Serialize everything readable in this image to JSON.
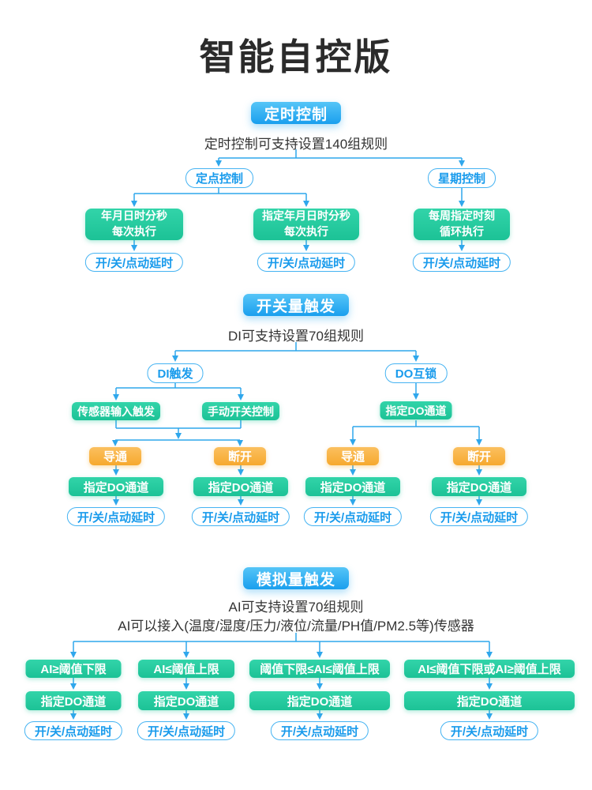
{
  "page_title": "智能自控版",
  "colors": {
    "badge_blue": "#29a9ef",
    "node_green": "#21c79c",
    "node_orange": "#f7a937",
    "outline_blue": "#45b3f2",
    "wire_blue": "#2fa7ec",
    "text_dark": "#333333"
  },
  "sections": {
    "timed": {
      "badge": "定时控制",
      "subtitle": "定时控制可支持设置140组规则",
      "fixed_point": "定点控制",
      "weekly": "星期控制",
      "every_exec": "年月日时分秒\n每次执行",
      "specified_exec": "指定年月日时分秒\n每次执行",
      "weekly_exec": "每周指定时刻\n循环执行",
      "delay": "开/关/点动延时"
    },
    "switch": {
      "badge": "开关量触发",
      "subtitle": "DI可支持设置70组规则",
      "di_trigger": "DI触发",
      "do_interlock": "DO互锁",
      "sensor_input": "传感器输入触发",
      "manual_switch": "手动开关控制",
      "do_channel": "指定DO通道",
      "on": "导通",
      "off": "断开",
      "delay": "开/关/点动延时"
    },
    "analog": {
      "badge": "模拟量触发",
      "subtitle1": "AI可支持设置70组规则",
      "subtitle2": "AI可以接入(温度/湿度/压力/液位/流量/PH值/PM2.5等)传感器",
      "cond_ge_low": "AI≥阈值下限",
      "cond_le_high": "AI≤阈值上限",
      "cond_between": "阈值下限≤AI≤阈值上限",
      "cond_outside": "AI≤阈值下限或AI≥阈值上限",
      "do_channel": "指定DO通道",
      "delay": "开/关/点动延时"
    }
  }
}
